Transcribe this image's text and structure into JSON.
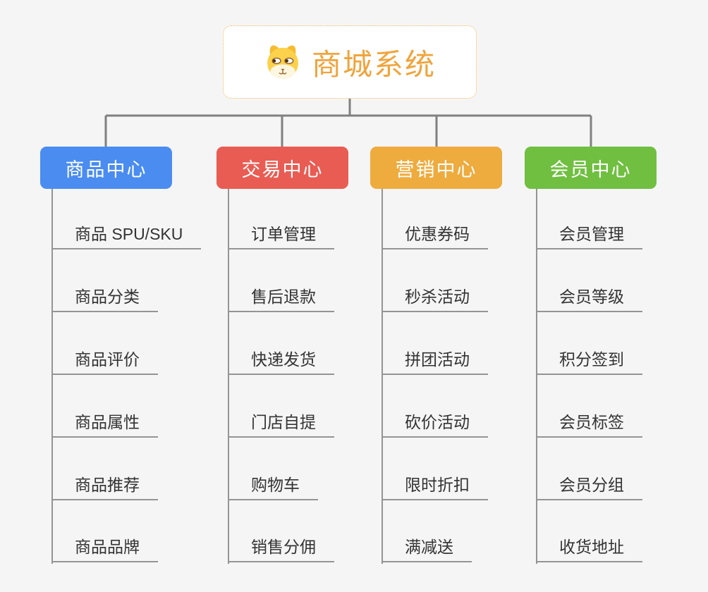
{
  "root": {
    "title": "商城系统",
    "icon": "dog-face-icon"
  },
  "branches": [
    {
      "label": "商品中心",
      "color": "#4a8cf0",
      "children": [
        "商品 SPU/SKU",
        "商品分类",
        "商品评价",
        "商品属性",
        "商品推荐",
        "商品品牌"
      ]
    },
    {
      "label": "交易中心",
      "color": "#e95c53",
      "children": [
        "订单管理",
        "售后退款",
        "快递发货",
        "门店自提",
        "购物车",
        "销售分佣"
      ]
    },
    {
      "label": "营销中心",
      "color": "#eeab3e",
      "children": [
        "优惠券码",
        "秒杀活动",
        "拼团活动",
        "砍价活动",
        "限时折扣",
        "满减送"
      ]
    },
    {
      "label": "会员中心",
      "color": "#70bf41",
      "children": [
        "会员管理",
        "会员等级",
        "积分签到",
        "会员标签",
        "会员分组",
        "收货地址"
      ]
    }
  ],
  "colors": {
    "background": "#f5f5f5",
    "root_border": "#f3b65a",
    "root_title": "#f0a43c",
    "connector": "#808080",
    "underline": "#949494",
    "child_text": "#333333"
  }
}
